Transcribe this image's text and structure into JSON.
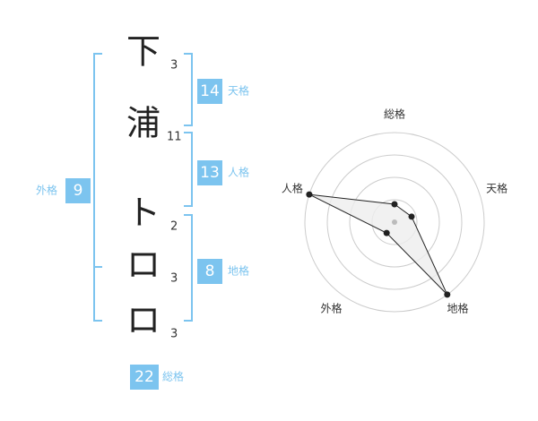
{
  "name": {
    "chars": [
      {
        "char": "下",
        "strokes": "3"
      },
      {
        "char": "浦",
        "strokes": "11"
      },
      {
        "char": "ト",
        "strokes": "2"
      },
      {
        "char": "ロ",
        "strokes": "3"
      },
      {
        "char": "ロ",
        "strokes": "3"
      }
    ]
  },
  "kakusu": {
    "tenkaku": {
      "value": "14",
      "label": "天格"
    },
    "jinkaku": {
      "value": "13",
      "label": "人格"
    },
    "chikaku": {
      "value": "8",
      "label": "地格"
    },
    "gaikaku": {
      "value": "9",
      "label": "外格"
    },
    "soukaku": {
      "value": "22",
      "label": "総格"
    }
  },
  "radar": {
    "axes": [
      "総格",
      "天格",
      "地格",
      "外格",
      "人格"
    ],
    "values": [
      0.2,
      0.2,
      1.0,
      0.15,
      1.0
    ],
    "rings": 4,
    "colors": {
      "ring": "#cccccc",
      "fill": "#eeeeee",
      "line": "#222222",
      "point": "#222222",
      "center": "#bbbbbb"
    }
  },
  "colors": {
    "accent": "#7cc4ef"
  }
}
